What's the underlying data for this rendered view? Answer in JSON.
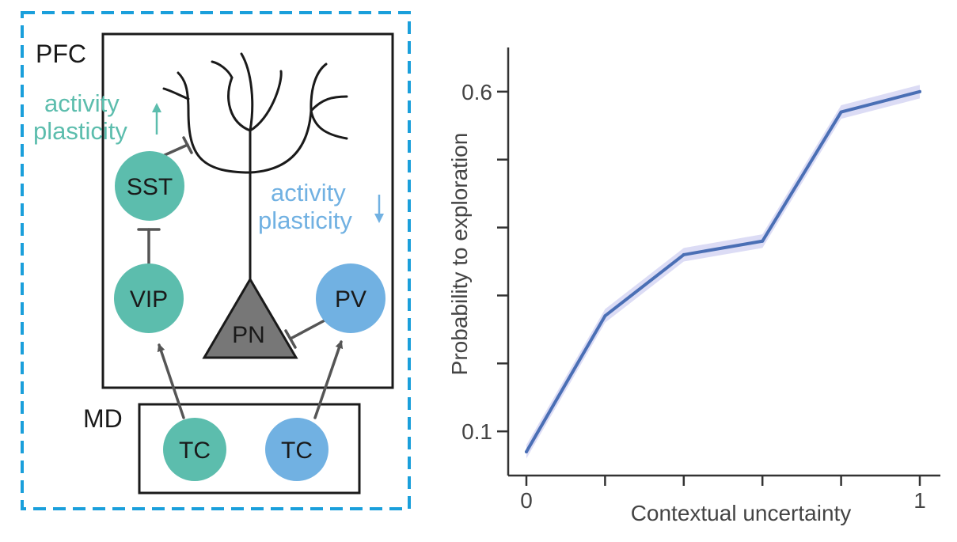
{
  "diagram": {
    "regions": {
      "pfc": "PFC",
      "md": "MD"
    },
    "cells": {
      "sst": "SST",
      "vip": "VIP",
      "pv": "PV",
      "pn": "PN",
      "tc_left": "TC",
      "tc_right": "TC"
    },
    "annotations": {
      "sst_activity": "activity",
      "sst_plasticity": "plasticity",
      "pv_activity": "activity",
      "pv_plasticity": "plasticity"
    },
    "colors": {
      "teal": "#5cbdad",
      "blue": "#71b1e2",
      "pn": "#777777",
      "frame": "#1a9fdb",
      "connection": "#555555"
    }
  },
  "chart_data": {
    "type": "line",
    "xlabel": "Contextual uncertainty",
    "ylabel": "Probability to exploration",
    "x": [
      0,
      0.2,
      0.4,
      0.6,
      0.8,
      1.0
    ],
    "series": [
      {
        "values": [
          0.07,
          0.27,
          0.36,
          0.38,
          0.57,
          0.6
        ],
        "lower": [
          0.06,
          0.26,
          0.35,
          0.37,
          0.56,
          0.59
        ],
        "upper": [
          0.08,
          0.28,
          0.37,
          0.39,
          0.58,
          0.61
        ]
      }
    ],
    "xlim": [
      0,
      1
    ],
    "ylim": [
      0.035,
      0.665
    ],
    "xtick_values": [
      0,
      0.2,
      0.4,
      0.6,
      0.8,
      1
    ],
    "xtick_labels": [
      "0",
      "",
      "",
      "",
      "",
      "1"
    ],
    "ytick_values": [
      0.1,
      0.2,
      0.3,
      0.4,
      0.5,
      0.6
    ],
    "ytick_labels": [
      "0.1",
      "",
      "",
      "",
      "",
      "0.6"
    ],
    "grid": false,
    "colors": {
      "line": "#4a6fb5",
      "band": "#dcdcf5"
    }
  }
}
